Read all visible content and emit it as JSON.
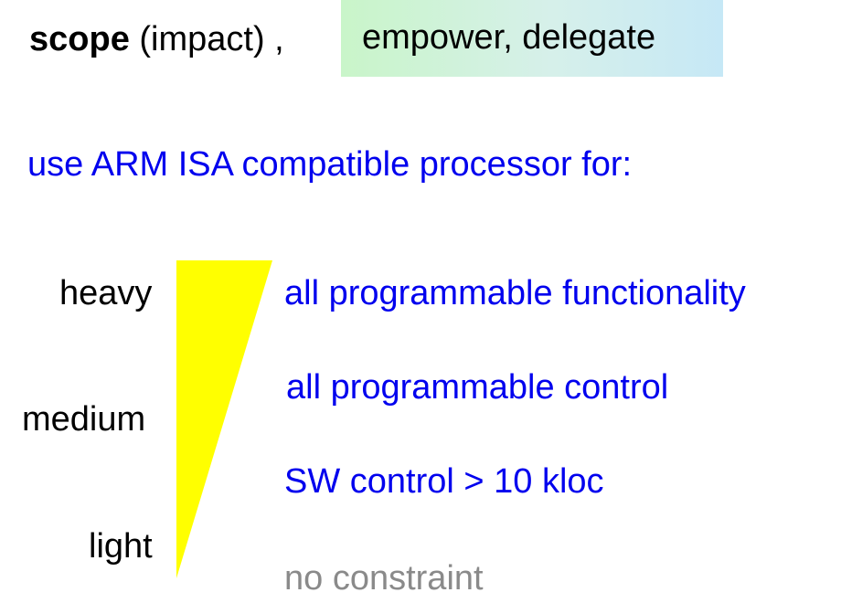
{
  "header": {
    "scope_bold": "scope",
    "scope_rest": " (impact) ,",
    "tag_text": "empower, delegate"
  },
  "headline": "use ARM ISA compatible processor for:",
  "levels": [
    "heavy",
    "medium",
    "light"
  ],
  "items": [
    {
      "text": "all programmable functionality",
      "color": "#0000ee"
    },
    {
      "text": "all programmable control",
      "color": "#0000ee"
    },
    {
      "text": "SW control > 10 kloc",
      "color": "#0000ee"
    },
    {
      "text": "no constraint",
      "color": "#8a8a8a"
    }
  ],
  "colors": {
    "wedge": "#ffff00",
    "headline": "#0000ee",
    "tag_gradient": [
      "#c9f5c9",
      "#c6e8f6"
    ]
  }
}
